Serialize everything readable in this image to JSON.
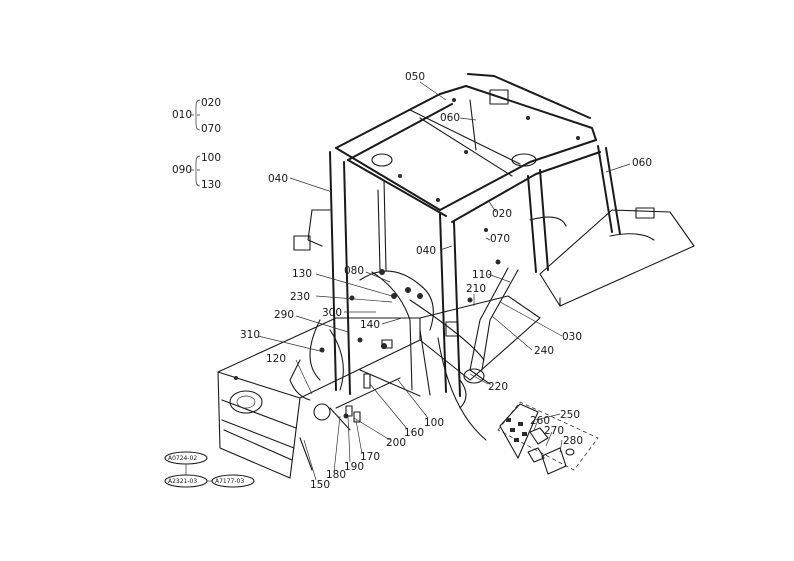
{
  "legend": [
    {
      "code": "010",
      "from": "020",
      "to": "070"
    },
    {
      "code": "090",
      "from": "100",
      "to": "130"
    }
  ],
  "parts": [
    "050",
    "060",
    "060",
    "040",
    "020",
    "040",
    "070",
    "080",
    "130",
    "230",
    "290",
    "300",
    "140",
    "210",
    "110",
    "030",
    "240",
    "220",
    "310",
    "120",
    "100",
    "160",
    "200",
    "170",
    "190",
    "180",
    "150",
    "250",
    "260",
    "270",
    "280"
  ],
  "refs": [
    "A0724-02",
    "A2321-03",
    "A7177-03"
  ]
}
